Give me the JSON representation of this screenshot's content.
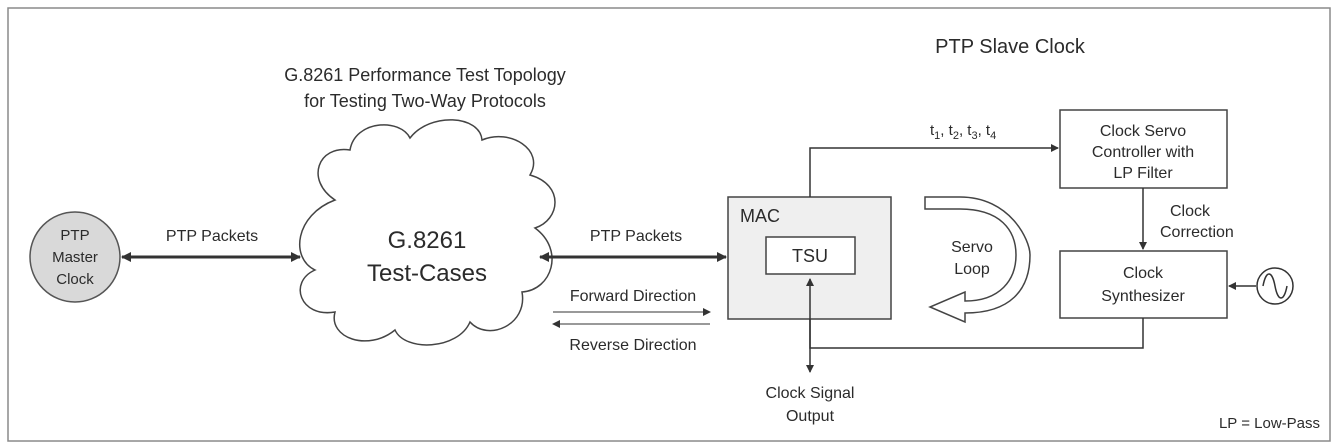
{
  "titles": {
    "slave_clock": "PTP Slave Clock",
    "topology_line1": "G.8261 Performance Test Topology",
    "topology_line2": "for Testing Two-Way Protocols"
  },
  "master": {
    "line1": "PTP",
    "line2": "Master",
    "line3": "Clock"
  },
  "cloud": {
    "line1": "G.8261",
    "line2": "Test-Cases"
  },
  "links": {
    "left_packets": "PTP  Packets",
    "right_packets": "PTP  Packets",
    "forward": "Forward Direction",
    "reverse": "Reverse Direction"
  },
  "mac": {
    "label": "MAC",
    "tsu": "TSU"
  },
  "servo_loop": {
    "line1": "Servo",
    "line2": "Loop"
  },
  "timestamps": {
    "t1": "t",
    "t1_sub": "1",
    "t2": "t",
    "t2_sub": "2",
    "t3": "t",
    "t3_sub": "3",
    "t4": "t",
    "t4_sub": "4",
    "sep": ", "
  },
  "servo_controller": {
    "line1": "Clock Servo",
    "line2": "Controller with",
    "line3": "LP Filter"
  },
  "clock_correction": {
    "line1": "Clock",
    "line2": "Correction"
  },
  "synthesizer": {
    "line1": "Clock",
    "line2": "Synthesizer"
  },
  "oscillator_icon": "sine-wave-oscillator-icon",
  "output": {
    "line1": "Clock Signal",
    "line2": "Output"
  },
  "legend_note": "LP = Low-Pass",
  "colors": {
    "frame": "#8a8a8a",
    "line": "#333333",
    "master_fill": "#d9d9d9",
    "mac_fill": "#efefef",
    "box_fill": "#ffffff"
  }
}
